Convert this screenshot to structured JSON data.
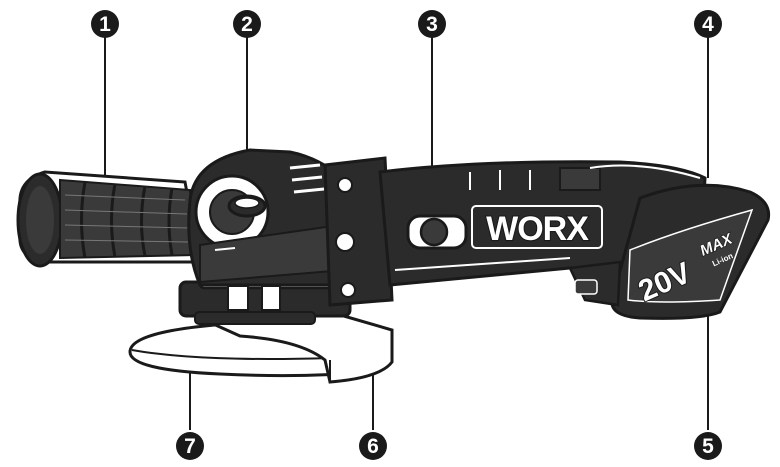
{
  "colors": {
    "ink": "#1a1a1a",
    "body": "#2b2b2b",
    "grip": "#3a3a3a",
    "highlight": "#ffffff",
    "guard": "#ffffff"
  },
  "brand": {
    "logo_text": "WORX"
  },
  "battery": {
    "voltage": "20V",
    "max": "MAX",
    "chemistry": "Li-ion"
  },
  "callouts": [
    {
      "number": "1",
      "target": "auxiliary-handle"
    },
    {
      "number": "2",
      "target": "spindle-lock-button"
    },
    {
      "number": "3",
      "target": "on-off-switch"
    },
    {
      "number": "4",
      "target": "battery-pack"
    },
    {
      "number": "5",
      "target": "battery-release-button"
    },
    {
      "number": "6",
      "target": "wheel-guard"
    },
    {
      "number": "7",
      "target": "grinding-wheel"
    }
  ]
}
